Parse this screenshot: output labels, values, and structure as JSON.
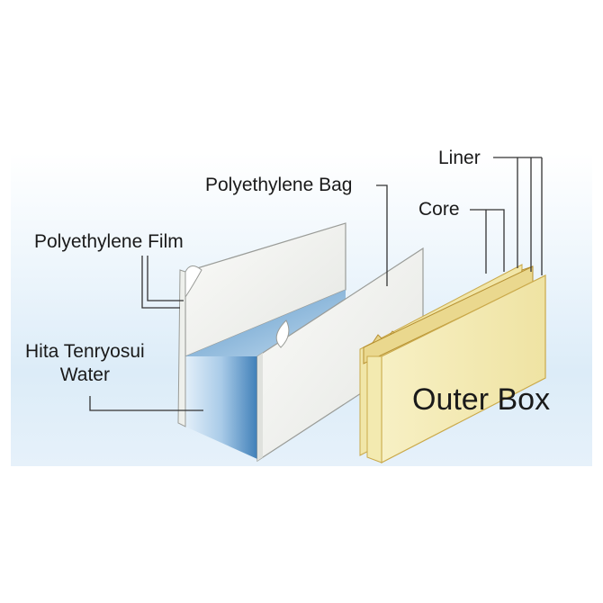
{
  "labels": {
    "polyethylene_bag": "Polyethylene Bag",
    "polyethylene_film": "Polyethylene Film",
    "water_line1": "Hita Tenryosui",
    "water_line2": "Water",
    "liner": "Liner",
    "core": "Core",
    "outer_box": "Outer Box"
  },
  "colors": {
    "background_tint": "#dcecf8",
    "bag_white": "#f4f5f2",
    "water_blue": "#6fa3d0",
    "cardboard_yellow": "#f3eab0",
    "cardboard_edge": "#e0c96a",
    "leader_line": "#333333"
  }
}
